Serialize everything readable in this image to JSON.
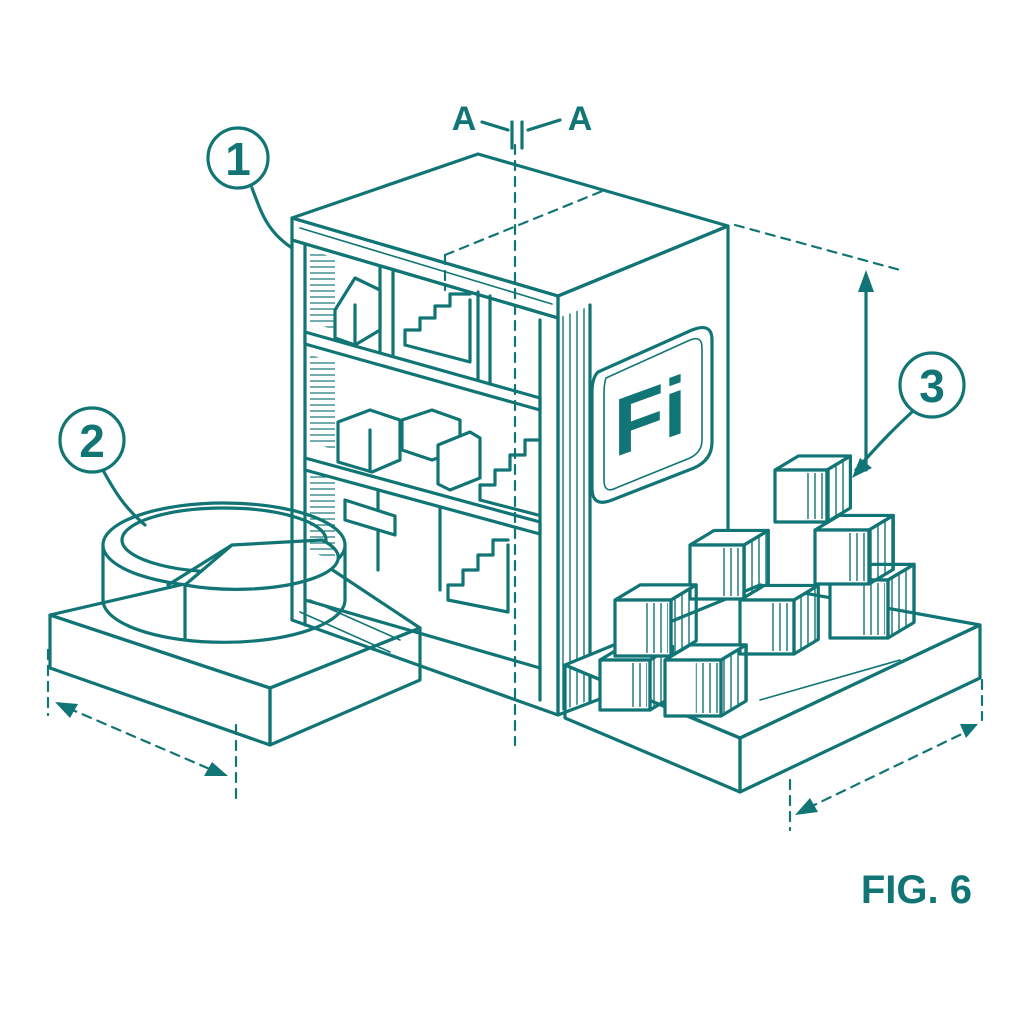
{
  "figure": {
    "caption": "FIG. 6",
    "section_label_left": "A",
    "section_label_right": "A",
    "callouts": [
      {
        "number": "1"
      },
      {
        "number": "2"
      },
      {
        "number": "3"
      }
    ],
    "logo_text": "Fi",
    "colors": {
      "ink": "#127575",
      "paper": "#ffffff"
    }
  }
}
